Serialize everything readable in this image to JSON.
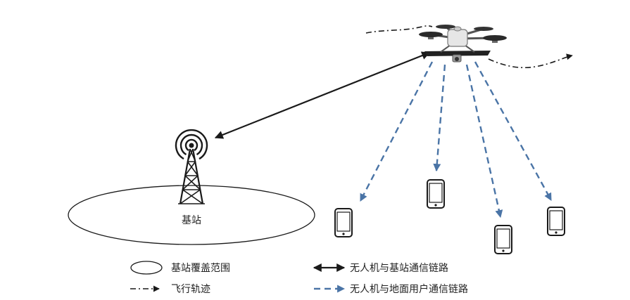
{
  "labels": {
    "base_station": "基站"
  },
  "legend": {
    "coverage": "基站覆盖范围",
    "trajectory": "飞行轨迹",
    "uav_bs_link": "无人机与基站通信链路",
    "uav_user_link": "无人机与地面用户通信链路"
  },
  "colors": {
    "line": "#1a1a1a",
    "user_link": "#4a74a6",
    "background": "#ffffff"
  },
  "icons": {
    "base_station": "cell-tower-icon",
    "uav": "drone-icon",
    "ground_user": "smartphone-icon"
  }
}
